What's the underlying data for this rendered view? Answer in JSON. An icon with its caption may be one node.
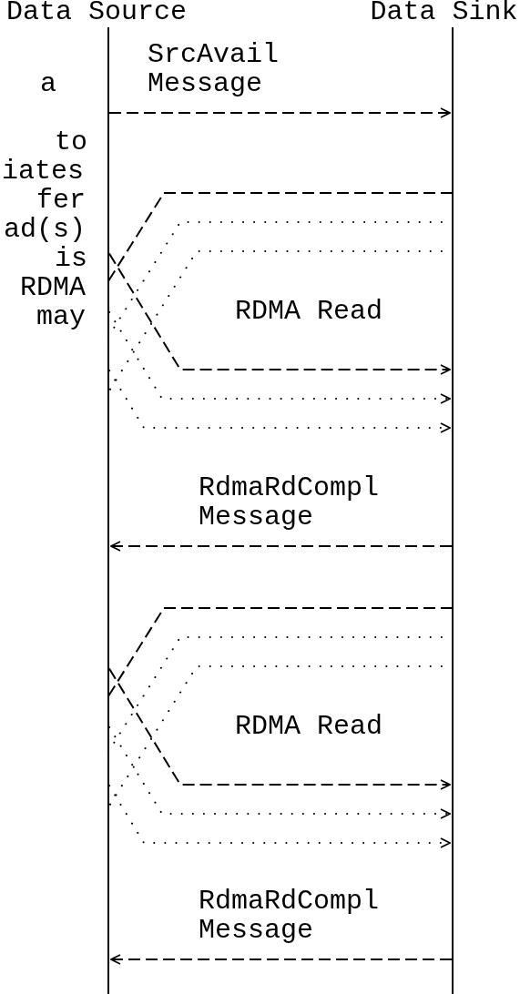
{
  "diagram": {
    "nodes": [
      {
        "text": [
          "Data Source"
        ]
      },
      {
        "text": [
          "Data Sink"
        ]
      }
    ],
    "edges": [
      {
        "from": 0,
        "to": 1,
        "arrow": "to",
        "label": "SrcAvail Message"
      },
      {
        "from": 1,
        "to": 0,
        "arrow": "none"
      },
      {
        "from": 1,
        "to": 0,
        "arrow": "none",
        "style": "dashed"
      },
      {
        "from": 1,
        "to": 0,
        "arrow": "none",
        "style": "dashed"
      },
      {
        "from": 0,
        "to": 1,
        "arrow": "to"
      },
      {
        "from": 0,
        "to": 1,
        "arrow": "to",
        "style": "dashed"
      },
      {
        "from": 0,
        "to": 1,
        "arrow": "to",
        "style": "dashed"
      },
      {
        "from": 1,
        "to": 0,
        "arrow": "to",
        "label": "RdmaRdCompl Message"
      },
      {
        "from": 1,
        "to": 0,
        "arrow": "none"
      },
      {
        "from": 1,
        "to": 0,
        "arrow": "none",
        "style": "dashed"
      },
      {
        "from": 1,
        "to": 0,
        "arrow": "none",
        "style": "dashed"
      },
      {
        "from": 0,
        "to": 1,
        "arrow": "to"
      },
      {
        "from": 0,
        "to": 1,
        "arrow": "to",
        "style": "dashed"
      },
      {
        "from": 0,
        "to": 1,
        "arrow": "to",
        "style": "dashed"
      },
      {
        "from": 1,
        "to": 0,
        "arrow": "to",
        "label": "RdmaRdCompl Message"
      }
    ],
    "labels": [
      "a",
      "to",
      "iates",
      "fer",
      "ad(s)",
      "is",
      "RDMA",
      "may",
      "RDMA Read",
      "RDMA Read"
    ]
  }
}
